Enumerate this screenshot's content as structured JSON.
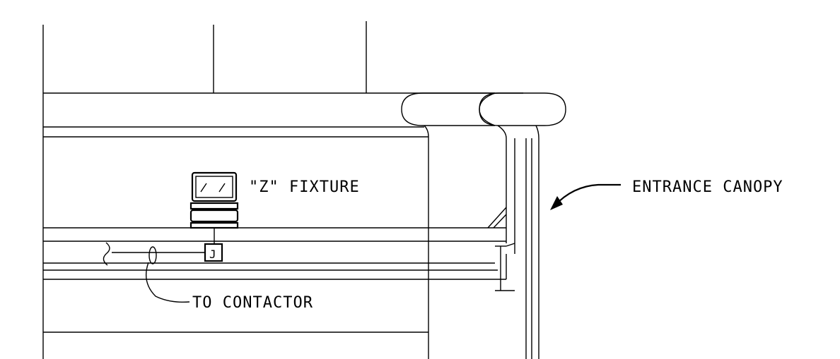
{
  "labels": {
    "fixture": "\"Z\" FIXTURE",
    "canopy": "ENTRANCE CANOPY",
    "contactor": "TO CONTACTOR",
    "junction_box": "J"
  },
  "colors": {
    "line": "#000000",
    "background": "#ffffff"
  }
}
